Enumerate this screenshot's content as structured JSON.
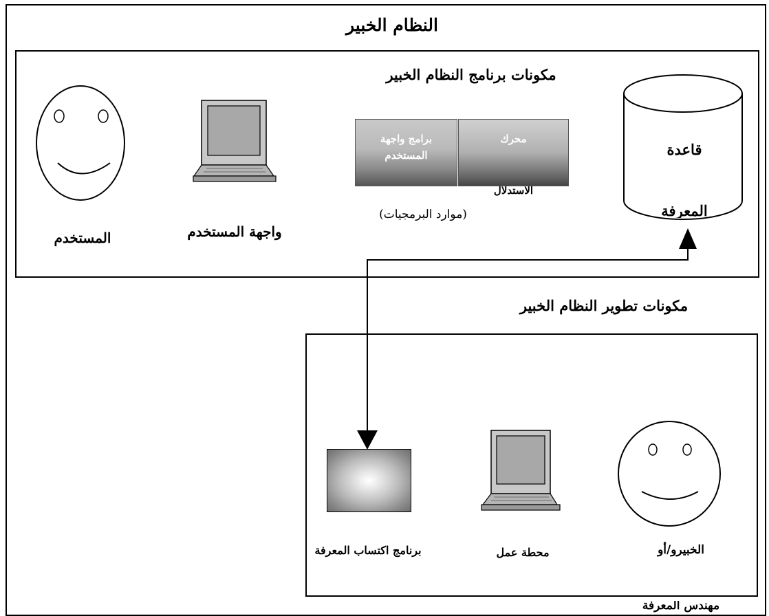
{
  "title": "النظام الخبير",
  "program_section": {
    "heading": "مكونات برنامج النظام الخبير",
    "user_label": "المستخدم",
    "user_interface_label": "واجهة المستخدم",
    "ui_programs_line1": "برامج واجهة",
    "ui_programs_line2": "المستخدم",
    "engine_line1": "محرك",
    "engine_line2": "الاستدلال",
    "software_resources": "(موارد البرمجيات)",
    "kb_line1": "قاعدة",
    "kb_line2": "المعرفة"
  },
  "development_section": {
    "heading": "مكونات تطوير النظام الخبير",
    "acquisition_label": "برنامج اكتساب المعرفة",
    "workstation_label": "محطة عمل",
    "expert_line1": "الخبيرو/أو",
    "expert_line2": "مهندس المعرفة"
  },
  "icons": {
    "user_face": "smiley-face-icon",
    "user_laptop": "laptop-icon",
    "knowledge_base": "database-cylinder-icon",
    "acquisition": "gradient-square-icon",
    "workstation": "laptop-icon",
    "expert_face": "smiley-face-icon"
  }
}
